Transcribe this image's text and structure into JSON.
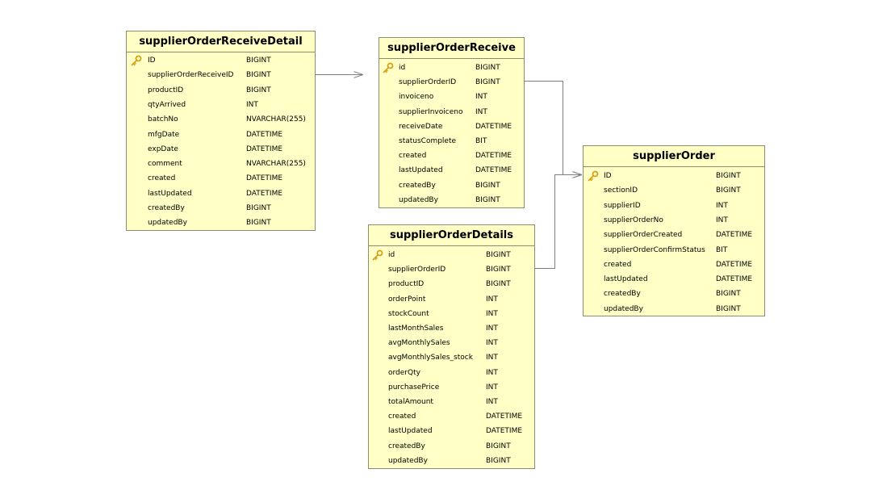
{
  "entities": {
    "supplierOrderReceiveDetail": {
      "title": "supplierOrderReceiveDetail",
      "columns": [
        {
          "name": "ID",
          "type": "BIGINT",
          "pk": true
        },
        {
          "name": "supplierOrderReceiveID",
          "type": "BIGINT"
        },
        {
          "name": "productID",
          "type": "BIGINT"
        },
        {
          "name": "qtyArrived",
          "type": "INT"
        },
        {
          "name": "batchNo",
          "type": "NVARCHAR(255)"
        },
        {
          "name": "mfgDate",
          "type": "DATETIME"
        },
        {
          "name": "expDate",
          "type": "DATETIME"
        },
        {
          "name": "comment",
          "type": "NVARCHAR(255)"
        },
        {
          "name": "created",
          "type": "DATETIME"
        },
        {
          "name": "lastUpdated",
          "type": "DATETIME"
        },
        {
          "name": "createdBy",
          "type": "BIGINT"
        },
        {
          "name": "updatedBy",
          "type": "BIGINT"
        }
      ]
    },
    "supplierOrderReceive": {
      "title": "supplierOrderReceive",
      "columns": [
        {
          "name": "id",
          "type": "BIGINT",
          "pk": true
        },
        {
          "name": "supplierOrderID",
          "type": "BIGINT"
        },
        {
          "name": "invoiceno",
          "type": "INT"
        },
        {
          "name": "supplierInvoiceno",
          "type": "INT"
        },
        {
          "name": "receiveDate",
          "type": "DATETIME"
        },
        {
          "name": "statusComplete",
          "type": "BIT"
        },
        {
          "name": "created",
          "type": "DATETIME"
        },
        {
          "name": "lastUpdated",
          "type": "DATETIME"
        },
        {
          "name": "createdBy",
          "type": "BIGINT"
        },
        {
          "name": "updatedBy",
          "type": "BIGINT"
        }
      ]
    },
    "supplierOrderDetails": {
      "title": "supplierOrderDetails",
      "columns": [
        {
          "name": "id",
          "type": "BIGINT",
          "pk": true
        },
        {
          "name": "supplierOrderID",
          "type": "BIGINT"
        },
        {
          "name": "productID",
          "type": "BIGINT"
        },
        {
          "name": "orderPoint",
          "type": "INT"
        },
        {
          "name": "stockCount",
          "type": "INT"
        },
        {
          "name": "lastMonthSales",
          "type": "INT"
        },
        {
          "name": "avgMonthlySales",
          "type": "INT"
        },
        {
          "name": "avgMonthlySales_stock",
          "type": "INT"
        },
        {
          "name": "orderQty",
          "type": "INT"
        },
        {
          "name": "purchasePrice",
          "type": "INT"
        },
        {
          "name": "totalAmount",
          "type": "INT"
        },
        {
          "name": "created",
          "type": "DATETIME"
        },
        {
          "name": "lastUpdated",
          "type": "DATETIME"
        },
        {
          "name": "createdBy",
          "type": "BIGINT"
        },
        {
          "name": "updatedBy",
          "type": "BIGINT"
        }
      ]
    },
    "supplierOrder": {
      "title": "supplierOrder",
      "columns": [
        {
          "name": "ID",
          "type": "BIGINT",
          "pk": true
        },
        {
          "name": "sectionID",
          "type": "BIGINT"
        },
        {
          "name": "supplierID",
          "type": "INT"
        },
        {
          "name": "supplierOrderNo",
          "type": "INT"
        },
        {
          "name": "supplierOrderCreated",
          "type": "DATETIME"
        },
        {
          "name": "supplierOrderConfirmStatus",
          "type": "BIT"
        },
        {
          "name": "created",
          "type": "DATETIME"
        },
        {
          "name": "lastUpdated",
          "type": "DATETIME"
        },
        {
          "name": "createdBy",
          "type": "BIGINT"
        },
        {
          "name": "updatedBy",
          "type": "BIGINT"
        }
      ]
    }
  },
  "relationships": [
    {
      "from": "supplierOrderReceiveDetail",
      "to": "supplierOrderReceive"
    },
    {
      "from": "supplierOrderReceive",
      "to": "supplierOrder"
    },
    {
      "from": "supplierOrderDetails",
      "to": "supplierOrder"
    }
  ],
  "colors": {
    "entity_fill": "#ffffc6",
    "entity_border": "#8c8c6e",
    "connector": "#7f7f7f",
    "key_icon": "#d4a017"
  },
  "icons": {
    "primary_key": "key-icon"
  }
}
